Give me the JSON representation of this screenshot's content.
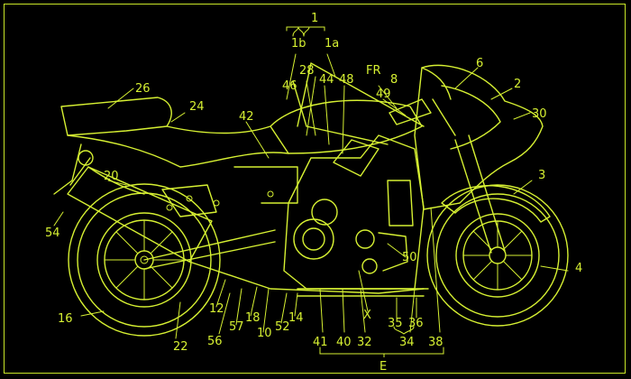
{
  "colors": {
    "background": "#000000",
    "line": "#d6f032"
  },
  "labels": [
    {
      "id": "1",
      "text": "1"
    },
    {
      "id": "1b",
      "text": "1b"
    },
    {
      "id": "1a",
      "text": "1a"
    },
    {
      "id": "26",
      "text": "26"
    },
    {
      "id": "6",
      "text": "6"
    },
    {
      "id": "2",
      "text": "2"
    },
    {
      "id": "30",
      "text": "30"
    },
    {
      "id": "28",
      "text": "28"
    },
    {
      "id": "46",
      "text": "46"
    },
    {
      "id": "44",
      "text": "44"
    },
    {
      "id": "48",
      "text": "48"
    },
    {
      "id": "FR",
      "text": "FR"
    },
    {
      "id": "8",
      "text": "8"
    },
    {
      "id": "49",
      "text": "49"
    },
    {
      "id": "24",
      "text": "24"
    },
    {
      "id": "42",
      "text": "42"
    },
    {
      "id": "20",
      "text": "20"
    },
    {
      "id": "3",
      "text": "3"
    },
    {
      "id": "54",
      "text": "54"
    },
    {
      "id": "22",
      "text": "22"
    },
    {
      "id": "16",
      "text": "16"
    },
    {
      "id": "4",
      "text": "4"
    },
    {
      "id": "50",
      "text": "50"
    },
    {
      "id": "12",
      "text": "12"
    },
    {
      "id": "56",
      "text": "56"
    },
    {
      "id": "57",
      "text": "57"
    },
    {
      "id": "18",
      "text": "18"
    },
    {
      "id": "10",
      "text": "10"
    },
    {
      "id": "52",
      "text": "52"
    },
    {
      "id": "14",
      "text": "14"
    },
    {
      "id": "X",
      "text": "X"
    },
    {
      "id": "35",
      "text": "35"
    },
    {
      "id": "36",
      "text": "36"
    },
    {
      "id": "41",
      "text": "41"
    },
    {
      "id": "40",
      "text": "40"
    },
    {
      "id": "32",
      "text": "32"
    },
    {
      "id": "34",
      "text": "34"
    },
    {
      "id": "38",
      "text": "38"
    },
    {
      "id": "E",
      "text": "E"
    }
  ]
}
